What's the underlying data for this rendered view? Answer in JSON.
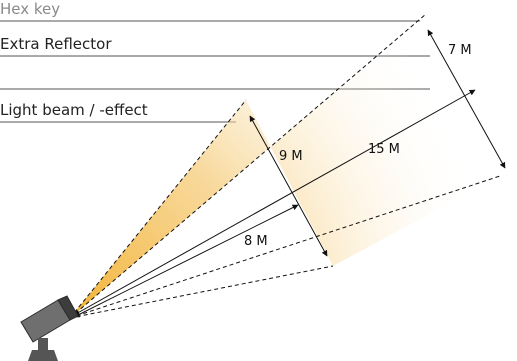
{
  "legend": {
    "item_hex_key": "Hex key",
    "item_extra_reflector": "Extra Reflector",
    "item_light_beam": "Light beam / -effect"
  },
  "dimensions": {
    "beam_width_outer": "7 M",
    "beam_width_inner": "9 M",
    "throw_long": "15 M",
    "throw_short": "8 M"
  },
  "colors": {
    "beam_warm": "#f2b233",
    "beam_fade": "#ffffff",
    "spotlight_body": "#6f6f6f",
    "spotlight_dark": "#3d3d3d",
    "line": "#111111"
  },
  "icons": {
    "fixture": "spotlight-icon"
  }
}
